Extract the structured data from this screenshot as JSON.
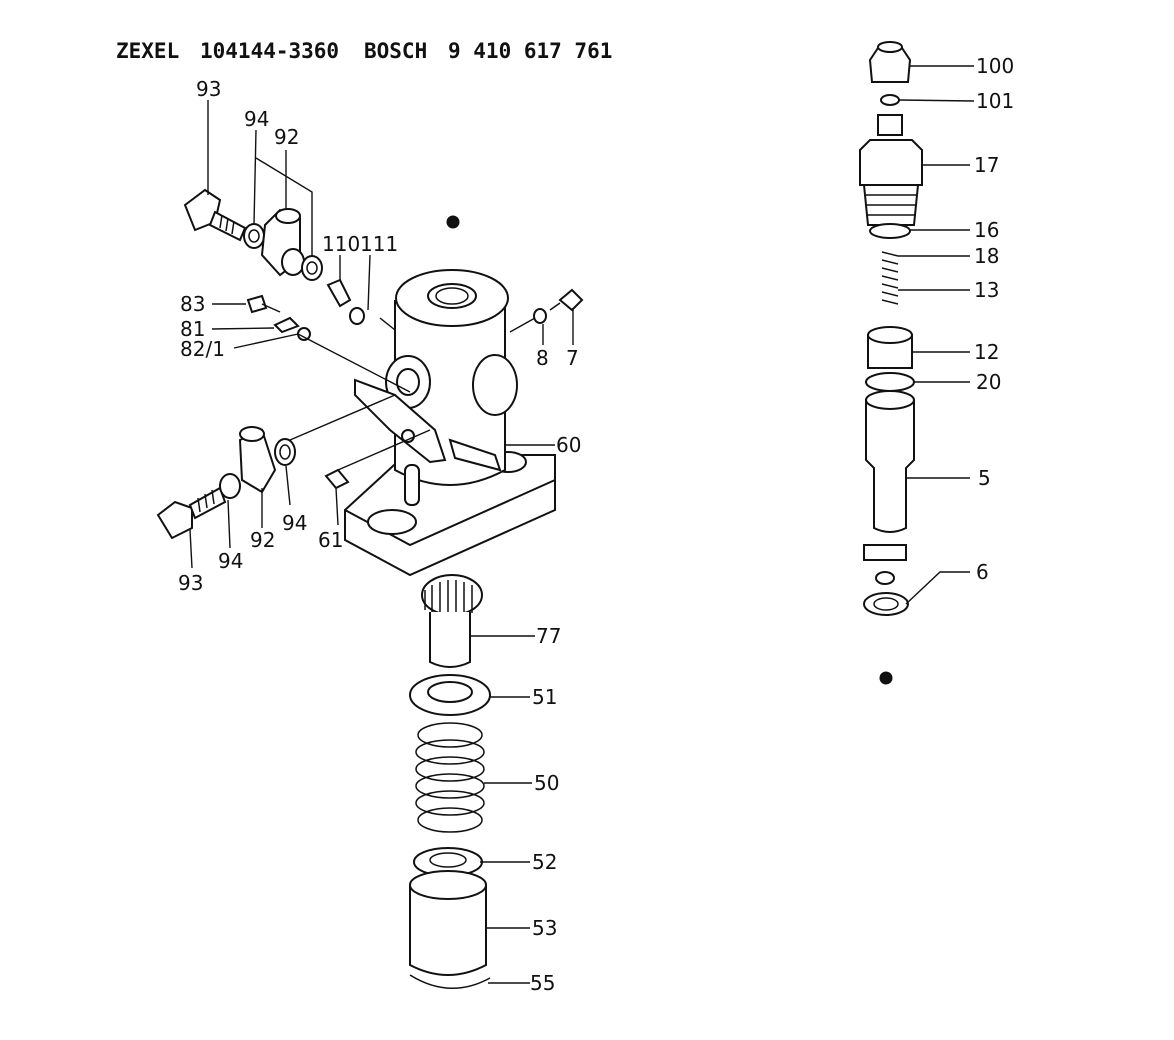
{
  "header": {
    "brand1": "ZEXEL",
    "part1": "104144-3360",
    "brand2": "BOSCH",
    "part2": "9 410 617 761"
  },
  "labels": {
    "p93a": "93",
    "p94a": "94",
    "p92a": "92",
    "p110": "110",
    "p111": "111",
    "p83": "83",
    "p81": "81",
    "p82": "82/1",
    "p8": "8",
    "p7": "7",
    "p60": "60",
    "p61": "61",
    "p93b": "93",
    "p94b": "94",
    "p92b": "92",
    "p94c": "94",
    "p77": "77",
    "p51": "51",
    "p50": "50",
    "p52": "52",
    "p53": "53",
    "p55": "55",
    "p100": "100",
    "p101": "101",
    "p17": "17",
    "p16": "16",
    "p18": "18",
    "p13": "13",
    "p12": "12",
    "p20": "20",
    "p5": "5",
    "p6": "6"
  }
}
